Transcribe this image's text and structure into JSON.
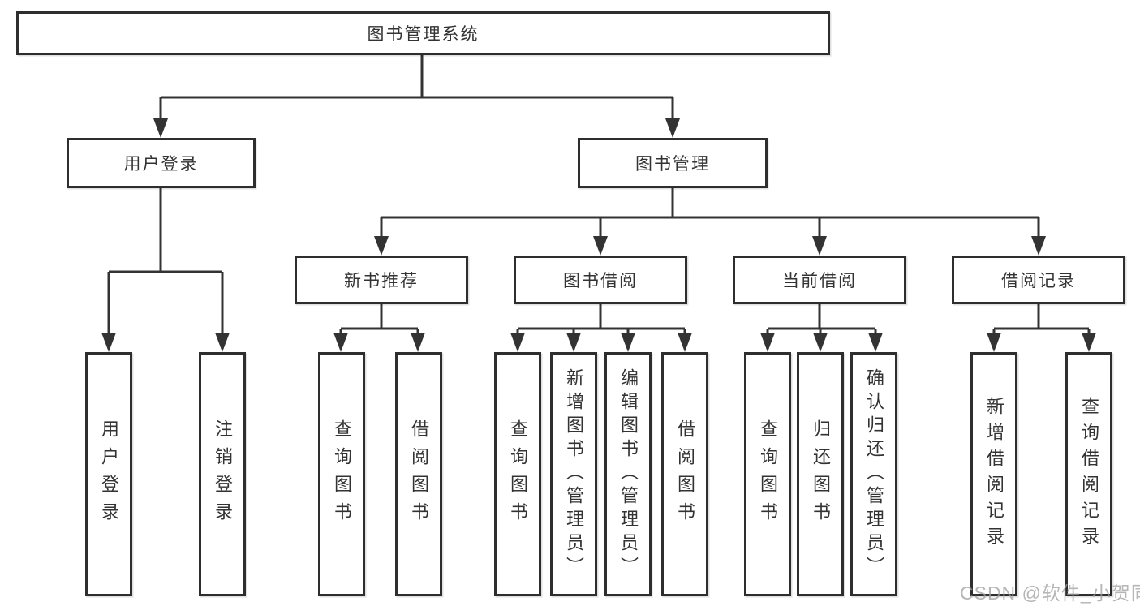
{
  "diagram": {
    "root": {
      "label": "图书管理系统"
    },
    "branches": [
      {
        "label": "用户登录",
        "children": [
          {
            "label": "用户登录"
          },
          {
            "label": "注销登录"
          }
        ]
      },
      {
        "label": "图书管理",
        "children": [
          {
            "label": "新书推荐",
            "children": [
              {
                "label": "查询图书"
              },
              {
                "label": "借阅图书"
              }
            ]
          },
          {
            "label": "图书借阅",
            "children": [
              {
                "label": "查询图书"
              },
              {
                "label": "新增图书（管理员）"
              },
              {
                "label": "编辑图书（管理员）"
              },
              {
                "label": "借阅图书"
              }
            ]
          },
          {
            "label": "当前借阅",
            "children": [
              {
                "label": "查询图书"
              },
              {
                "label": "归还图书"
              },
              {
                "label": "确认归还（管理员）"
              }
            ]
          },
          {
            "label": "借阅记录",
            "children": [
              {
                "label": "新增借阅记录"
              },
              {
                "label": "查询借阅记录"
              }
            ]
          }
        ]
      }
    ]
  },
  "watermark": {
    "text": "CSDN @软件_小贺同学"
  },
  "colors": {
    "line": "#333333",
    "box_border": "#2e2e2e",
    "text": "#333333",
    "watermark": "#9e9e9e",
    "background": "#ffffff"
  }
}
